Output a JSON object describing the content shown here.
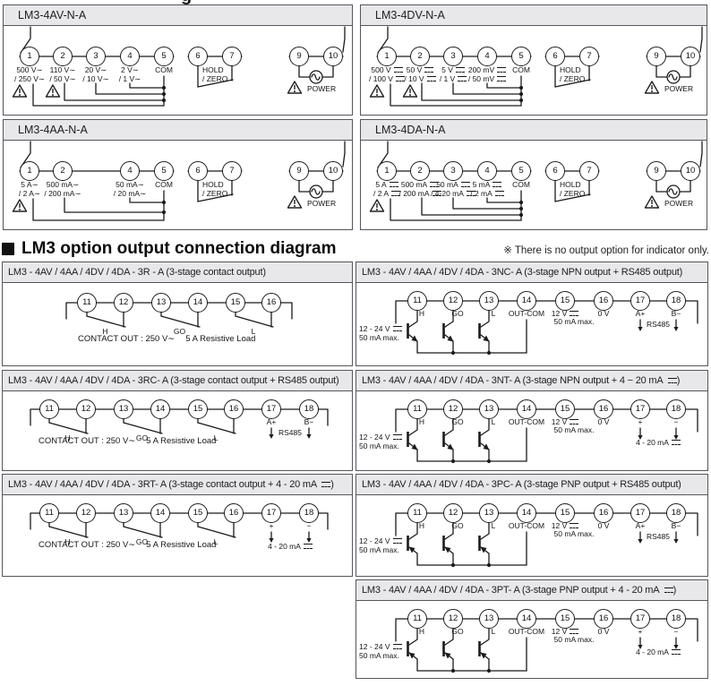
{
  "page": {
    "partial_text": "g"
  },
  "section": {
    "title": "LM3 option output connection diagram",
    "note": "※ There is no output option for indicator only."
  },
  "input_panels": [
    {
      "id": "4av",
      "title": "LM3-4AV-N-A",
      "variant": "four",
      "hold_label": "HOLD",
      "zero_label": "/ ZERO",
      "power_label": "POWER",
      "terminals": [
        {
          "n": "1",
          "l1": "500 V",
          "s1": "ac",
          "l2": "/ 250 V",
          "s2": "ac",
          "warn": true
        },
        {
          "n": "2",
          "l1": "110 V",
          "s1": "ac",
          "l2": "/ 50 V",
          "s2": "ac",
          "warn": true
        },
        {
          "n": "3",
          "l1": "20 V",
          "s1": "ac",
          "l2": "/ 10 V",
          "s2": "ac"
        },
        {
          "n": "4",
          "l1": "2 V",
          "s1": "ac",
          "l2": "/ 1 V",
          "s2": "ac"
        },
        {
          "n": "5",
          "l1": "COM"
        },
        {
          "n": "6"
        },
        {
          "n": "7"
        },
        {
          "n": "9"
        },
        {
          "n": "10"
        }
      ]
    },
    {
      "id": "4dv",
      "title": "LM3-4DV-N-A",
      "variant": "four",
      "hold_label": "HOLD",
      "zero_label": "/ ZERO",
      "power_label": "POWER",
      "terminals": [
        {
          "n": "1",
          "l1": "500 V",
          "s1": "dc",
          "l2": "/ 100 V",
          "s2": "dc",
          "warn": true
        },
        {
          "n": "2",
          "l1": "50 V",
          "s1": "dc",
          "l2": "/ 10 V",
          "s2": "dc",
          "warn": true
        },
        {
          "n": "3",
          "l1": "5 V",
          "s1": "dc",
          "l2": "/ 1 V",
          "s2": "dc"
        },
        {
          "n": "4",
          "l1": "200 mV",
          "s1": "dc",
          "l2": "/ 50 mV",
          "s2": "dc"
        },
        {
          "n": "5",
          "l1": "COM"
        },
        {
          "n": "6"
        },
        {
          "n": "7"
        },
        {
          "n": "9"
        },
        {
          "n": "10"
        }
      ]
    },
    {
      "id": "4aa",
      "title": "LM3-4AA-N-A",
      "variant": "three",
      "hold_label": "HOLD",
      "zero_label": "/ ZERO",
      "power_label": "POWER",
      "terminals": [
        {
          "n": "1",
          "l1": "5 A",
          "s1": "ac",
          "l2": "/ 2 A",
          "s2": "ac",
          "warn": true
        },
        {
          "n": "2",
          "l1": "500 mA",
          "s1": "ac",
          "l2": "/ 200 mA",
          "s2": "ac"
        },
        {
          "n": "4",
          "l1": "50 mA",
          "s1": "ac",
          "l2": "/ 20 mA",
          "s2": "ac"
        },
        {
          "n": "5",
          "l1": "COM"
        },
        {
          "n": "6"
        },
        {
          "n": "7"
        },
        {
          "n": "9"
        },
        {
          "n": "10"
        }
      ]
    },
    {
      "id": "4da",
      "title": "LM3-4DA-N-A",
      "variant": "four",
      "hold_label": "HOLD",
      "zero_label": "/ ZERO",
      "power_label": "POWER",
      "terminals": [
        {
          "n": "1",
          "l1": "5 A",
          "s1": "dc",
          "l2": "/ 2 A",
          "s2": "dc",
          "warn": true
        },
        {
          "n": "2",
          "l1": "500 mA",
          "s1": "dc",
          "l2": "/ 200 mA",
          "s2": "dc"
        },
        {
          "n": "3",
          "l1": "50 mA",
          "s1": "dc",
          "l2": "/ 4-20 mA",
          "s2": "dc"
        },
        {
          "n": "4",
          "l1": "5 mA",
          "s1": "dc",
          "l2": "/ 2 mA",
          "s2": "dc"
        },
        {
          "n": "5",
          "l1": "COM"
        },
        {
          "n": "6"
        },
        {
          "n": "7"
        },
        {
          "n": "9"
        },
        {
          "n": "10"
        }
      ]
    }
  ],
  "output_panels": [
    {
      "id": "3r",
      "kind": "c6",
      "title_pre": "LM3 - 4AV / 4AA / 4DV / 4DA - 3R - A (3-stage contact output)",
      "title_s": "",
      "title_post": "",
      "terminals": [
        "11",
        "12",
        "13",
        "14",
        "15",
        "16"
      ],
      "contact_labels": [
        "H",
        "GO",
        "L"
      ],
      "note": {
        "pre": "CONTACT OUT : 250 V",
        "s": "ac",
        "post": "5 A Resistive Load"
      }
    },
    {
      "id": "3nc",
      "kind": "tr",
      "trans": "npn",
      "title_pre": "LM3 - 4AV / 4AA / 4DV / 4DA - 3NC- A (3-stage NPN output + RS485 output)",
      "title_s": "",
      "title_post": "",
      "terminals": [
        "11",
        "12",
        "13",
        "14",
        "15",
        "16",
        "17",
        "18"
      ],
      "labels": [
        {
          "t": "H"
        },
        {
          "t": "GO"
        },
        {
          "t": "L"
        },
        {
          "t": "OUT-COM"
        },
        {
          "t": "12 V",
          "s": "dc"
        },
        {
          "t": "0 V"
        },
        {
          "t": "A+"
        },
        {
          "t": "B−"
        }
      ],
      "sub_label": "50 mA max.",
      "supply": {
        "l1": "12 - 24 V",
        "s": "dc",
        "l2": "50 mA max."
      },
      "aux": {
        "type": "rs",
        "label": "RS485"
      }
    },
    {
      "id": "3rc",
      "kind": "c8",
      "title_pre": "LM3 - 4AV / 4AA / 4DV / 4DA - 3RC- A (3-stage contact output + RS485 output)",
      "title_s": "",
      "title_post": "",
      "terminals": [
        "11",
        "12",
        "13",
        "14",
        "15",
        "16",
        "17",
        "18"
      ],
      "contact_labels": [
        "H",
        "GO",
        "L"
      ],
      "aux_terms": [
        "A+",
        "B−"
      ],
      "aux": {
        "type": "rs",
        "label": "RS485"
      },
      "note": {
        "pre": "CONTACT OUT : 250 V",
        "s": "ac",
        "post": "5 A Resistive Load"
      }
    },
    {
      "id": "3nt",
      "kind": "tr",
      "trans": "npn",
      "title_pre": "LM3 - 4AV / 4AA / 4DV / 4DA - 3NT- A (3-stage NPN output + 4 − 20 mA ",
      "title_s": "dc",
      "title_post": ")",
      "terminals": [
        "11",
        "12",
        "13",
        "14",
        "15",
        "16",
        "17",
        "18"
      ],
      "labels": [
        {
          "t": "H"
        },
        {
          "t": "GO"
        },
        {
          "t": "L"
        },
        {
          "t": "OUT-COM"
        },
        {
          "t": "12 V",
          "s": "dc"
        },
        {
          "t": "0 V"
        },
        {
          "t": "+"
        },
        {
          "t": "−"
        }
      ],
      "sub_label": "50 mA max.",
      "supply": {
        "l1": "12 - 24 V",
        "s": "dc",
        "l2": "50 mA max."
      },
      "aux": {
        "type": "ma",
        "label": "4 - 20 mA",
        "s": "dc"
      }
    },
    {
      "id": "3rt",
      "kind": "c8",
      "title_pre": "LM3 - 4AV / 4AA / 4DV / 4DA - 3RT- A (3-stage contact output + 4 - 20 mA ",
      "title_s": "dc",
      "title_post": ")",
      "terminals": [
        "11",
        "12",
        "13",
        "14",
        "15",
        "16",
        "17",
        "18"
      ],
      "contact_labels": [
        "H",
        "GO",
        "L"
      ],
      "aux_terms": [
        "+",
        "−"
      ],
      "aux": {
        "type": "ma",
        "label": "4 - 20 mA",
        "s": "dc"
      },
      "note": {
        "pre": "CONTACT OUT : 250 V",
        "s": "ac",
        "post": "5 A Resistive Load"
      }
    },
    {
      "id": "3pc",
      "kind": "tr",
      "trans": "pnp",
      "title_pre": "LM3 - 4AV / 4AA / 4DV / 4DA - 3PC- A (3-stage PNP output + RS485 output)",
      "title_s": "",
      "title_post": "",
      "terminals": [
        "11",
        "12",
        "13",
        "14",
        "15",
        "16",
        "17",
        "18"
      ],
      "labels": [
        {
          "t": "H"
        },
        {
          "t": "GO"
        },
        {
          "t": "L"
        },
        {
          "t": "OUT-COM"
        },
        {
          "t": "12 V",
          "s": "dc"
        },
        {
          "t": "0 V"
        },
        {
          "t": "A+"
        },
        {
          "t": "B−"
        }
      ],
      "sub_label": "50 mA max.",
      "supply": {
        "l1": "12 - 24 V",
        "s": "dc",
        "l2": "50 mA max."
      },
      "aux": {
        "type": "rs",
        "label": "RS485"
      }
    },
    {
      "id": "3pt",
      "kind": "tr",
      "trans": "pnp",
      "title_pre": "LM3 - 4AV / 4AA / 4DV / 4DA - 3PT- A (3-stage PNP output + 4 - 20 mA ",
      "title_s": "dc",
      "title_post": ")",
      "terminals": [
        "11",
        "12",
        "13",
        "14",
        "15",
        "16",
        "17",
        "18"
      ],
      "labels": [
        {
          "t": "H"
        },
        {
          "t": "GO"
        },
        {
          "t": "L"
        },
        {
          "t": "OUT-COM"
        },
        {
          "t": "12 V",
          "s": "dc"
        },
        {
          "t": "0 V"
        },
        {
          "t": "+"
        },
        {
          "t": "−"
        }
      ],
      "sub_label": "50 mA max.",
      "supply": {
        "l1": "12 - 24 V",
        "s": "dc",
        "l2": "50 mA max."
      },
      "aux": {
        "type": "ma",
        "label": "4 - 20 mA",
        "s": "dc"
      }
    }
  ]
}
